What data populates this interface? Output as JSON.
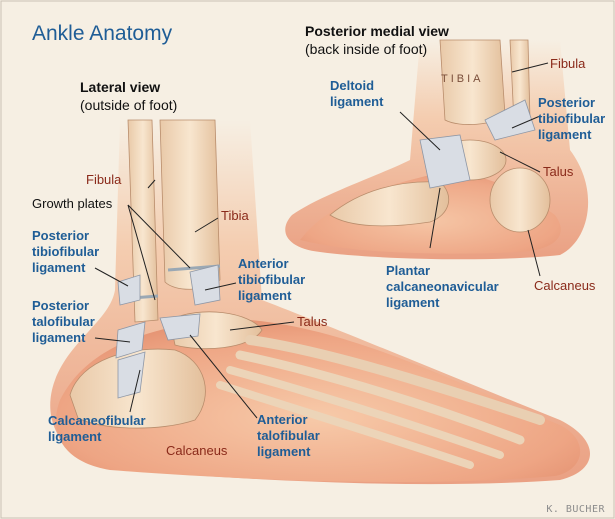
{
  "title": "Ankle Anatomy",
  "lateral": {
    "heading": "Lateral view",
    "subheading": "(outside of foot)",
    "labels": {
      "fibula": "Fibula",
      "tibia": "Tibia",
      "growth_plates": "Growth plates",
      "posterior_tibiofibular": [
        "Posterior",
        "tibiofibular",
        "ligament"
      ],
      "anterior_tibiofibular": [
        "Anterior",
        "tibiofibular",
        "ligament"
      ],
      "posterior_talofibular": [
        "Posterior",
        "talofibular",
        "ligament"
      ],
      "talus": "Talus",
      "calcaneofibular": [
        "Calcaneofibular",
        "ligament"
      ],
      "calcaneus": "Calcaneus",
      "anterior_talofibular": [
        "Anterior",
        "talofibular",
        "ligament"
      ]
    }
  },
  "medial": {
    "heading": "Posterior medial view",
    "subheading": "(back inside of foot)",
    "labels": {
      "fibula": "Fibula",
      "tibia_on_bone": "TIBIA",
      "deltoid": [
        "Deltoid",
        "ligament"
      ],
      "posterior_tibiofibular": [
        "Posterior",
        "tibiofibular",
        "ligament"
      ],
      "talus": "Talus",
      "plantar_calcaneonavicular": [
        "Plantar",
        "calcaneonavicular",
        "ligament"
      ],
      "calcaneus": "Calcaneus"
    }
  },
  "signature": "K. BUCHER",
  "colors": {
    "title_blue": "#1f5d96",
    "bone_label_red": "#8a2a1a",
    "skin": "#f2b59a",
    "bone": "#f3dcc0",
    "ligament": "#d9dde4"
  }
}
